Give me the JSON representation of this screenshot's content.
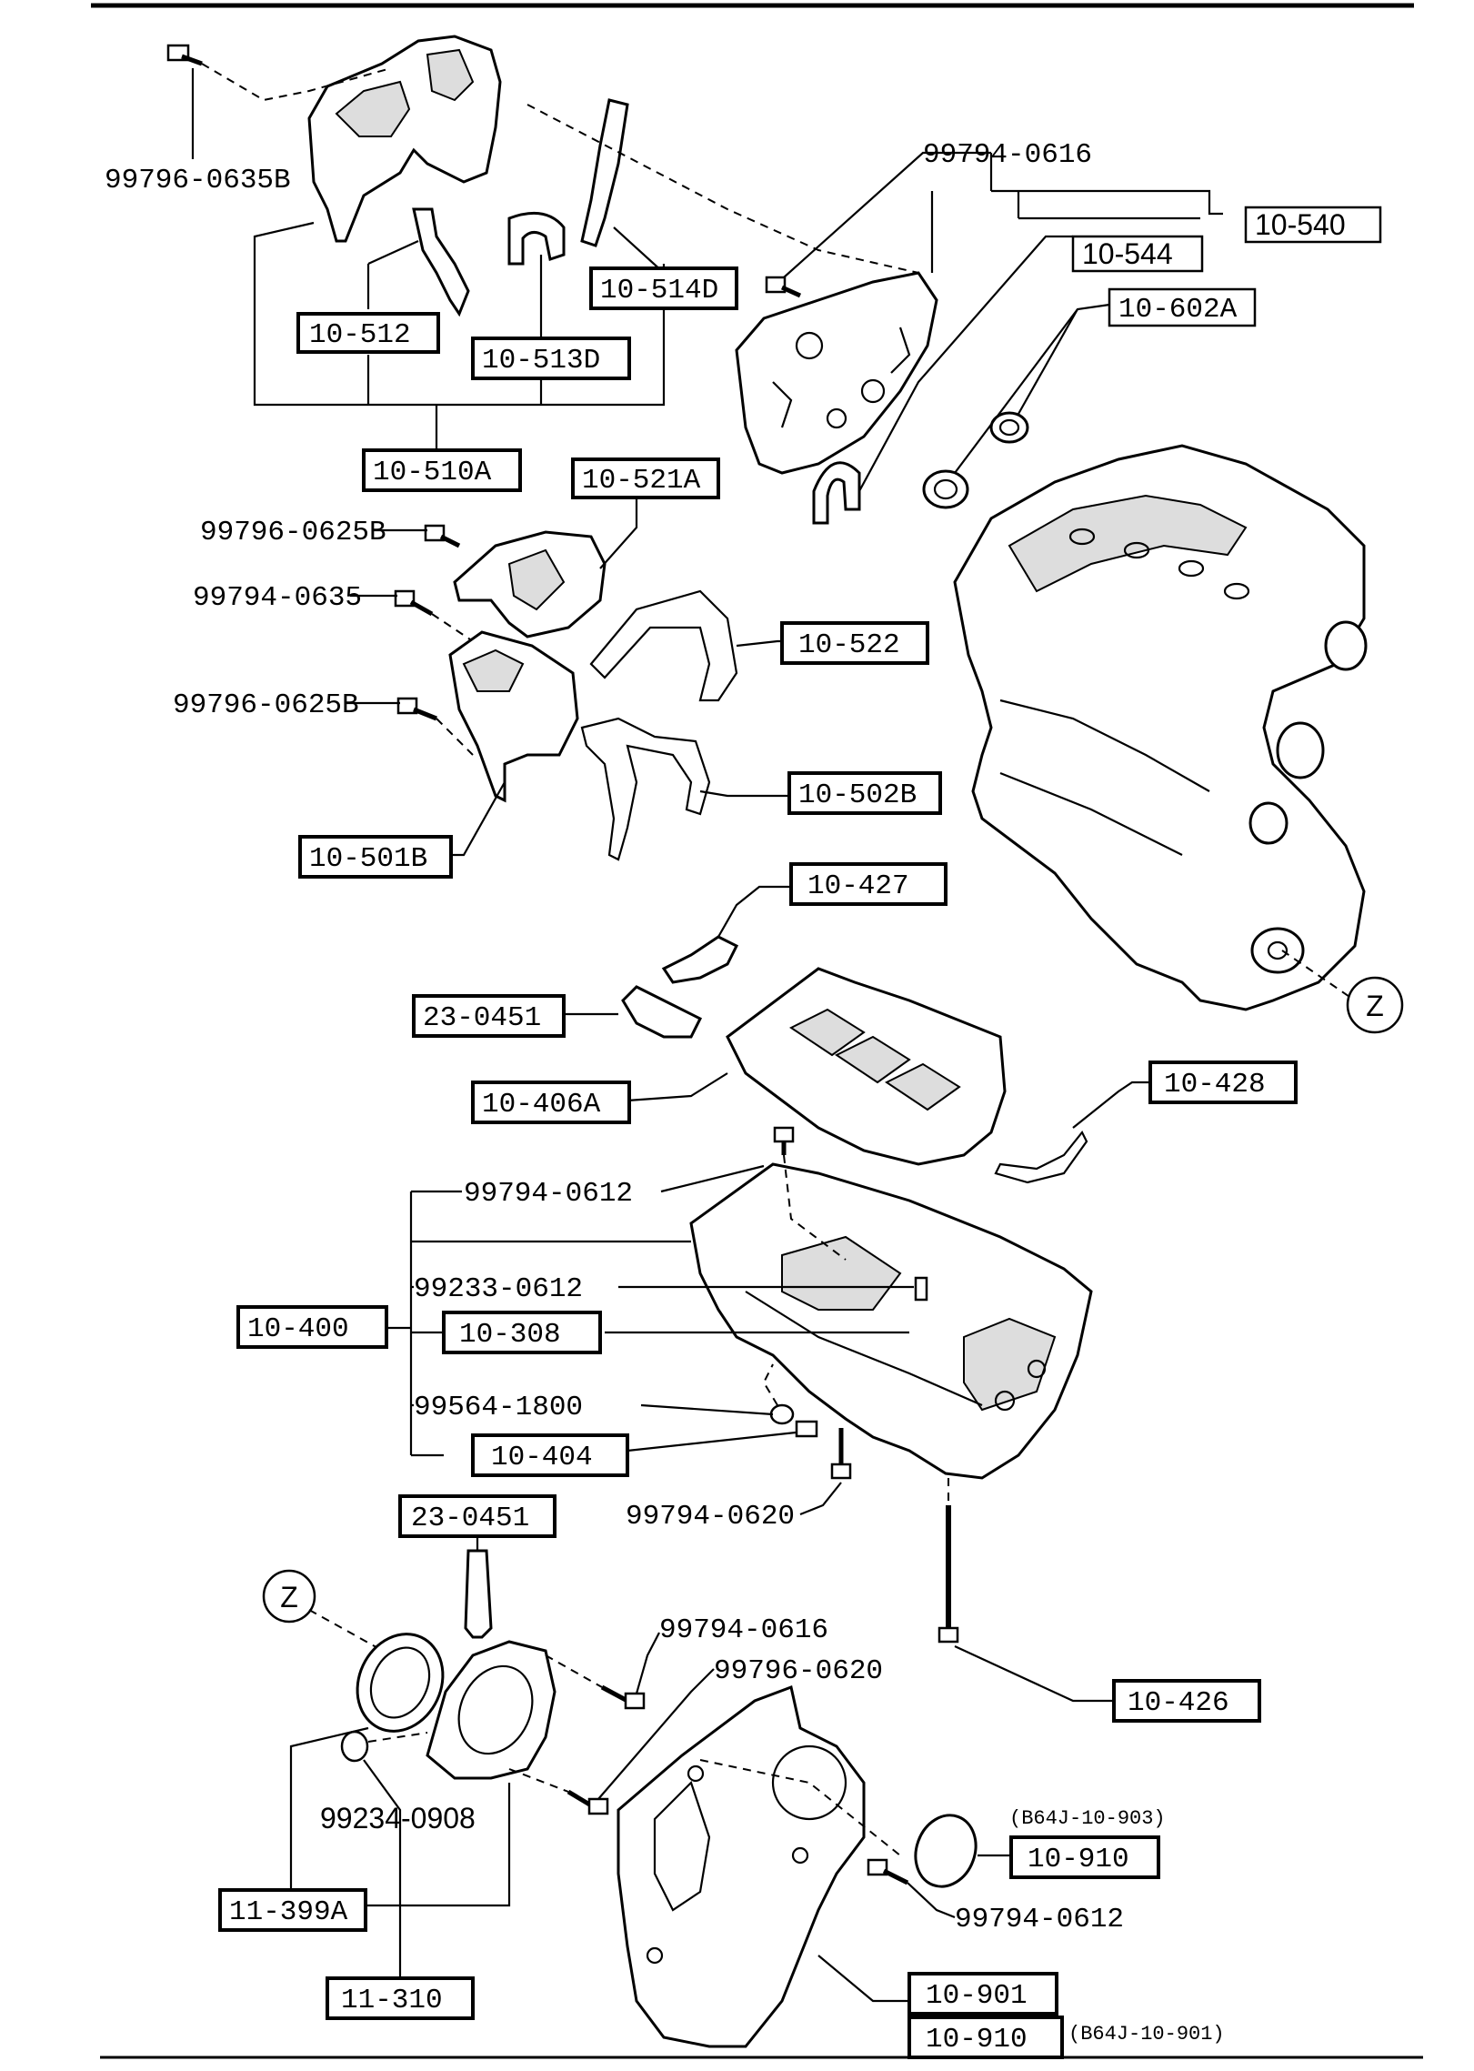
{
  "title": "",
  "labels": {
    "b_99796_0635B": "99796-0635B",
    "b_99794_0616_top": "99794-0616",
    "b_99796_0625B_a": "99796-0625B",
    "b_99794_0635": "99794-0635",
    "b_99796_0625B_b": "99796-0625B",
    "b_99794_0612_a": "99794-0612",
    "b_99233_0612": "99233-0612",
    "b_99564_1800": "99564-1800",
    "b_99794_0620": "99794-0620",
    "b_99794_0616_bot": "99794-0616",
    "b_99796_0620": "99796-0620",
    "b_99234_0908": "99234-0908",
    "b_99794_0612_b": "99794-0612",
    "note_b64j_903": "(B64J-10-903)",
    "note_b64j_901": "(B64J-10-901)",
    "z_top": "Z",
    "z_bottom": "Z"
  },
  "boxes": {
    "p10_540": "10-540",
    "p10_544": "10-544",
    "p10_602A": "10-602A",
    "p10_514D": "10-514D",
    "p10_512": "10-512",
    "p10_513D": "10-513D",
    "p10_510A": "10-510A",
    "p10_521A": "10-521A",
    "p10_522": "10-522",
    "p10_502B": "10-502B",
    "p10_501B": "10-501B",
    "p10_427": "10-427",
    "p23_0451_a": "23-0451",
    "p10_406A": "10-406A",
    "p10_428": "10-428",
    "p10_400": "10-400",
    "p10_308": "10-308",
    "p10_404": "10-404",
    "p23_0451_b": "23-0451",
    "p10_426": "10-426",
    "p11_399A": "11-399A",
    "p11_310": "11-310",
    "p10_910_a": "10-910",
    "p10_901": "10-901",
    "p10_910_b": "10-910"
  }
}
